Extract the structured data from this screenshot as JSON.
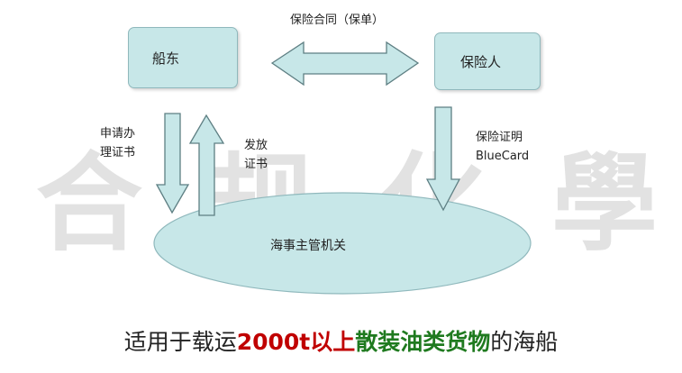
{
  "watermark": [
    "合",
    "规",
    "化",
    "學"
  ],
  "diagram": {
    "nodes": {
      "ship_owner": "船东",
      "insurer": "保险人",
      "maritime_authority": "海事主管机关"
    },
    "edges": {
      "contract": "保险合同（保单）",
      "apply_line1": "申请办",
      "apply_line2": "理证书",
      "issue_line1": "发放",
      "issue_line2": "证书",
      "cert_line1": "保险证明",
      "cert_line2": "BlueCard"
    }
  },
  "caption": {
    "prefix": "适用于载运",
    "highlight_red": "2000t以上",
    "highlight_green": "散装油类货物",
    "suffix": "的海船"
  },
  "colors": {
    "node_fill": "#c7e7e8",
    "node_border": "#8fb8bc",
    "arrow_fill": "#c7e7e8",
    "arrow_stroke": "#5e7f83",
    "caption_red": "#c00000",
    "caption_green": "#1f7a1f",
    "watermark": "#d9d9d9"
  }
}
